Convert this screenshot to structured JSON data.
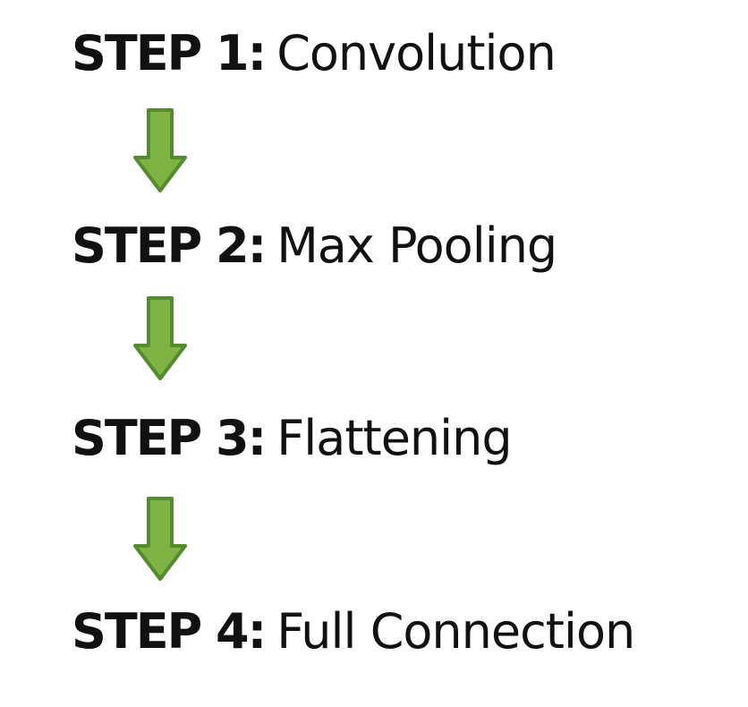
{
  "steps": [
    {
      "label": "STEP 1",
      "colon": ":",
      "name": "Convolution"
    },
    {
      "label": "STEP 2",
      "colon": ":",
      "name": "Max Pooling"
    },
    {
      "label": "STEP 3",
      "colon": ":",
      "name": "Flattening"
    },
    {
      "label": "STEP 4",
      "colon": ":",
      "name": "Full Connection"
    }
  ],
  "arrows": [
    {
      "icon": "down-arrow-icon",
      "fill": "#7cb342",
      "stroke": "#558b2f"
    },
    {
      "icon": "down-arrow-icon",
      "fill": "#7cb342",
      "stroke": "#558b2f"
    },
    {
      "icon": "down-arrow-icon",
      "fill": "#7cb342",
      "stroke": "#558b2f"
    }
  ]
}
